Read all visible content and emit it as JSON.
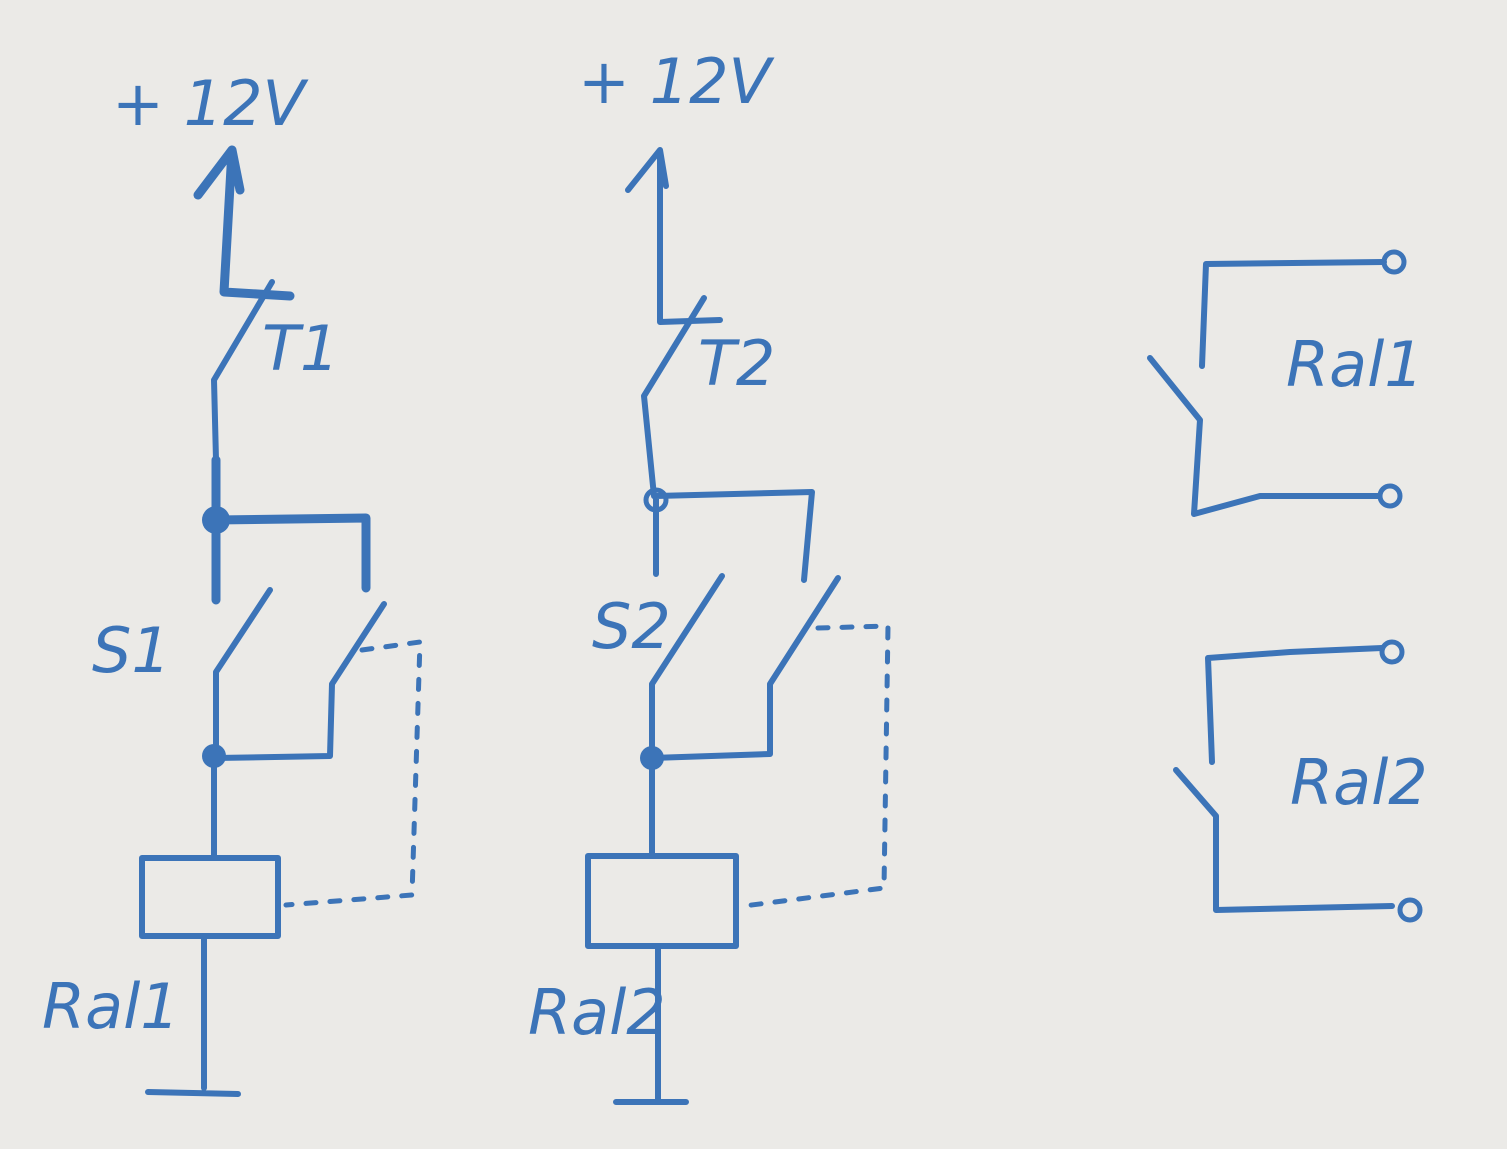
{
  "colors": {
    "ink": "#3c74b8",
    "paper": "#ebeae7"
  },
  "circuit_left": {
    "supply_label": "+ 12V",
    "pushbutton_label": "T1",
    "switch_label": "S1",
    "relay_label": "Ral1"
  },
  "circuit_middle": {
    "supply_label": "+ 12V",
    "pushbutton_label": "T2",
    "switch_label": "S2",
    "relay_label": "Ral2"
  },
  "contacts": {
    "relay_contact_1_label": "Ral1",
    "relay_contact_2_label": "Ral2"
  }
}
